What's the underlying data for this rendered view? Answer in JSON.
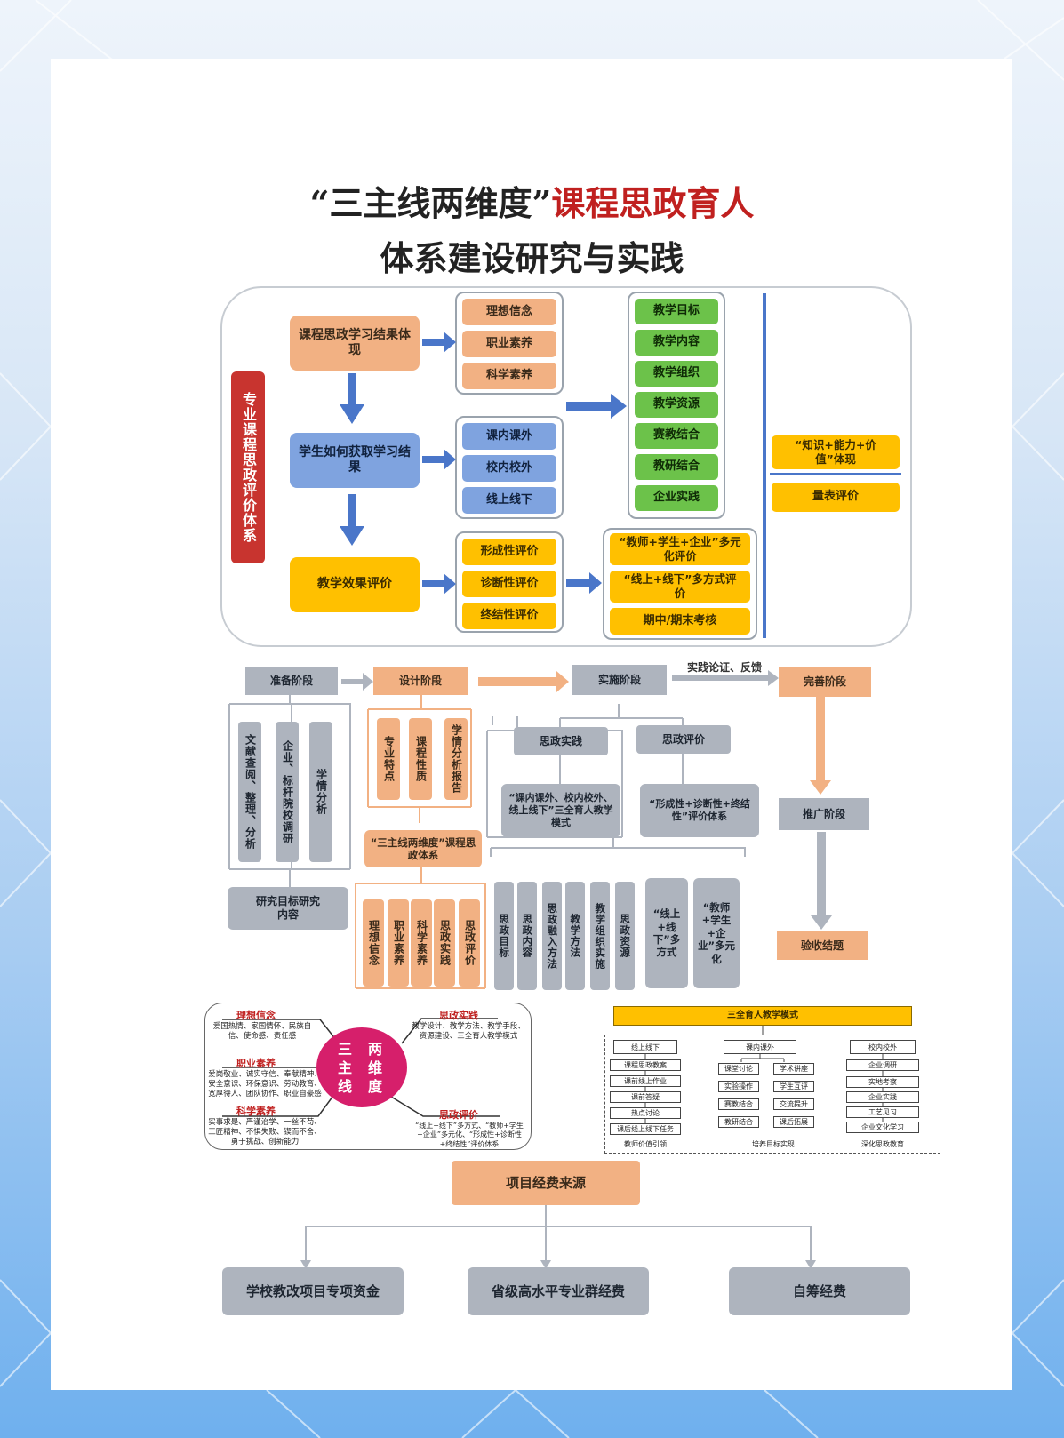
{
  "title": {
    "part1": "“三主线两维度”",
    "part2": "课程思政育人",
    "line2": "体系建设研究与实践"
  },
  "sec1": {
    "side_label": "专业课程思政评价体系",
    "left": [
      "课程思政学习结果体现",
      "学生如何获取学习结果",
      "教学效果评价"
    ],
    "group_a": [
      "理想信念",
      "职业素养",
      "科学素养"
    ],
    "group_b": [
      "课内课外",
      "校内校外",
      "线上线下"
    ],
    "group_c": [
      "形成性评价",
      "诊断性评价",
      "终结性评价"
    ],
    "green": [
      "教学目标",
      "教学内容",
      "教学组织",
      "教学资源",
      "赛教结合",
      "教研结合",
      "企业实践"
    ],
    "yellow_right": [
      "“教师+学生+企业”多元化评价",
      "“线上+线下”多方式评价",
      "期中/期末考核"
    ],
    "far_right": [
      "“知识+能力+价值”体现",
      "量表评价"
    ]
  },
  "sec2": {
    "stages": [
      "准备阶段",
      "设计阶段",
      "实施阶段",
      "完善阶段"
    ],
    "arrow_label": "实践论证、反馈",
    "prep_cols": [
      "文献查阅、整理、分析",
      "企业、标杆院校调研",
      "学情分析"
    ],
    "prep_result": "研究目标研究内容",
    "design_cols": [
      "专业特点",
      "课程性质",
      "学情分析报告"
    ],
    "design_result": "“三主线两维度”课程思政体系",
    "design_bottom": [
      "理想信念",
      "职业素养",
      "科学素养",
      "思政实践",
      "思政评价"
    ],
    "impl_left": "思政实践",
    "impl_right": "思政评价",
    "impl_left_desc": "“课内课外、校内校外、线上线下”三全育人教学模式",
    "impl_right_desc": "“形成性+诊断性+终结性”评价体系",
    "impl_bottom_left": [
      "思政目标",
      "思政内容",
      "思政融入方法",
      "教学方法",
      "教学组织实施",
      "思政资源"
    ],
    "impl_bottom_right": [
      "“线上+线下”多方式",
      "“教师+学生+企业”多元化"
    ],
    "promote": "推广阶段",
    "accept": "验收结题"
  },
  "mindmap": {
    "center": [
      "三",
      "主",
      "线",
      "两",
      "维",
      "度"
    ],
    "items": [
      {
        "title": "理想信念",
        "text": "爱国热情、家国情怀、民族自信、使命感、责任感"
      },
      {
        "title": "职业素养",
        "text": "爱岗敬业、诚实守信、奉献精神、安全意识、环保意识、劳动教育、宽厚待人、团队协作、职业自豪感"
      },
      {
        "title": "科学素养",
        "text": "实事求是、严谨治学、一丝不苟、工匠精神、不惧失败、锲而不舍、勇于挑战、创新能力"
      },
      {
        "title": "思政实践",
        "text": "教学设计、教学方法、教学手段、资源建设、三全育人教学模式"
      },
      {
        "title": "思政评价",
        "text": "“线上+线下”多方式、“教师+学生+企业”多元化、“形成性+诊断性+终结性”评价体系"
      }
    ]
  },
  "model": {
    "header": "三全育人教学模式",
    "col1": {
      "head": "线上线下",
      "items": [
        "课程思政教案",
        "课前线上作业",
        "课前答疑",
        "热点讨论",
        "课后线上线下任务"
      ],
      "caption": "教师价值引领"
    },
    "col2": {
      "head": "课内课外",
      "left": [
        "课堂讨论",
        "实验操作",
        "赛教结合",
        "教研结合"
      ],
      "right": [
        "学术讲座",
        "学生互评",
        "交流提升",
        "课后拓展"
      ],
      "caption": "培养目标实现"
    },
    "col3": {
      "head": "校内校外",
      "items": [
        "企业调研",
        "实地考察",
        "企业实践",
        "工艺见习",
        "企业文化学习"
      ],
      "caption": "深化思政教育"
    }
  },
  "funding": {
    "root": "项目经费来源",
    "leaves": [
      "学校教改项目专项资金",
      "省级高水平专业群经费",
      "自筹经费"
    ]
  },
  "colors": {
    "orange": "#f2b183",
    "blue": "#7fa3df",
    "yellow": "#ffc000",
    "green": "#6cc24a",
    "gray": "#aeb4be",
    "red": "#c8342f",
    "arrow_blue": "#4a76c9"
  }
}
